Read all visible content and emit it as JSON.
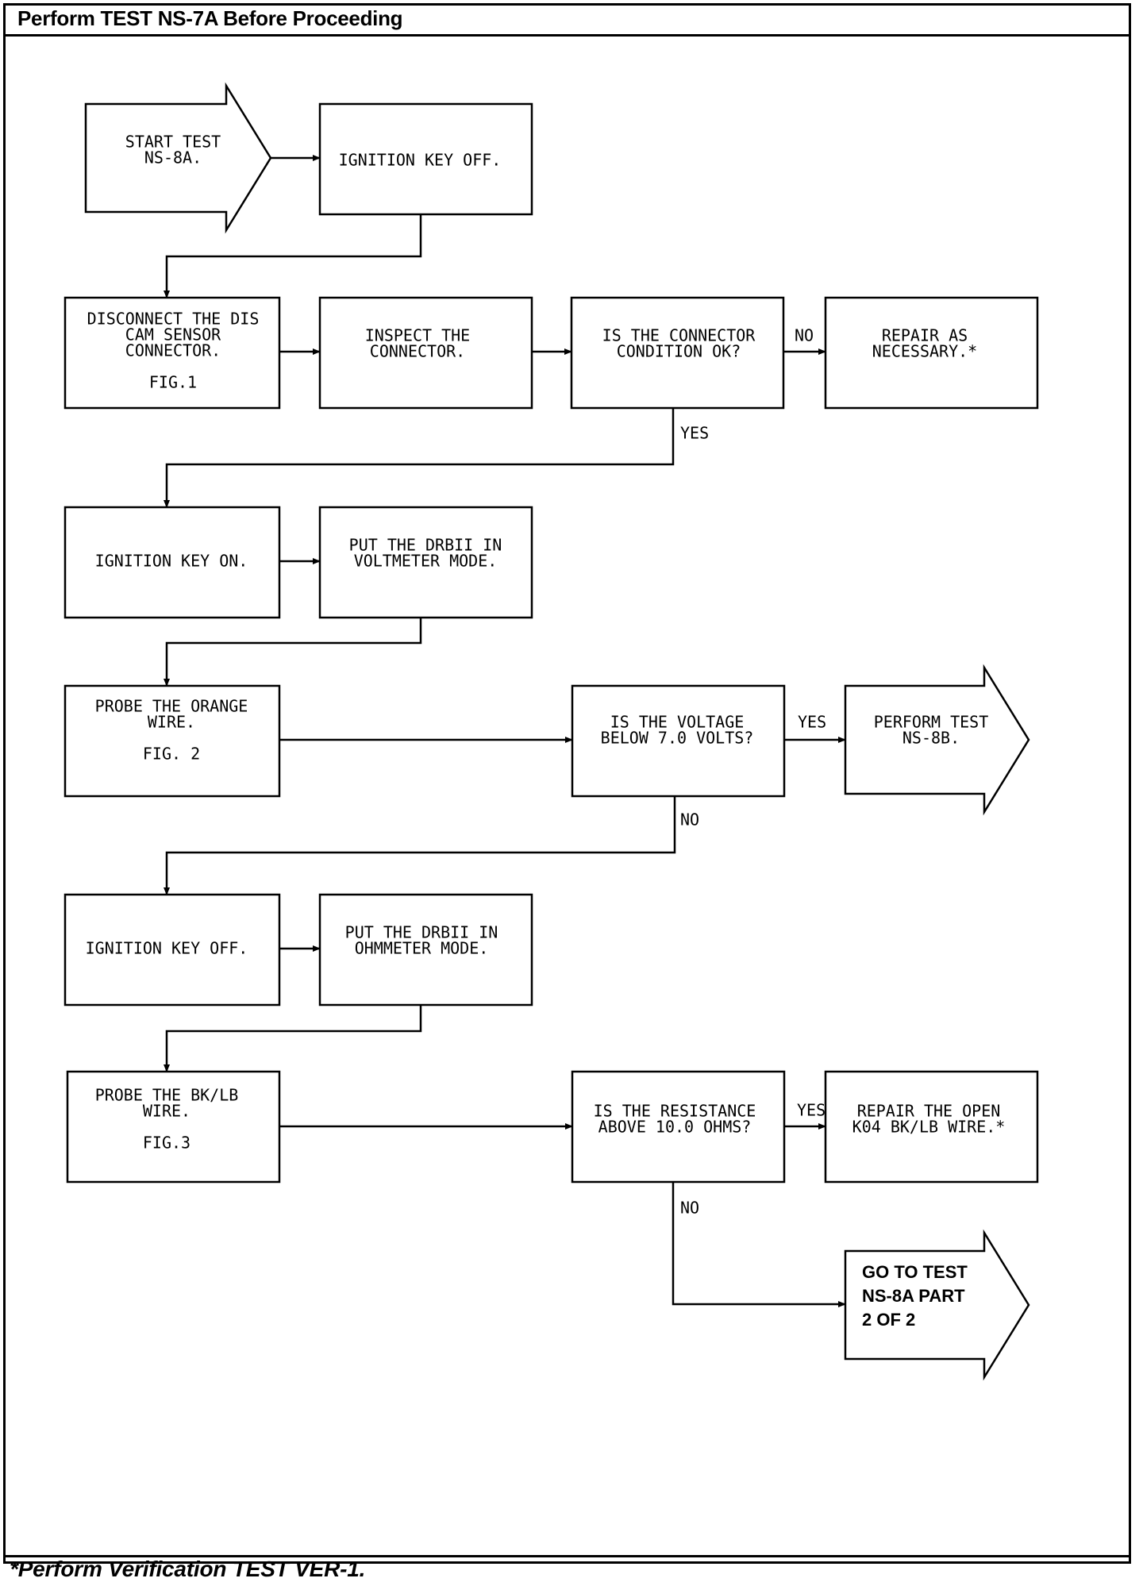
{
  "header": {
    "title": "Perform TEST NS-7A Before Proceeding"
  },
  "footer": {
    "note": "*Perform Verification TEST VER-1."
  },
  "nodes": [
    {
      "id": "start",
      "shape": "arrow",
      "lines": [
        "START TEST",
        "NS-8A."
      ]
    },
    {
      "id": "key_off_1",
      "shape": "box",
      "lines": [
        "IGNITION KEY OFF."
      ]
    },
    {
      "id": "disconnect",
      "shape": "box",
      "lines": [
        "DISCONNECT THE DIS",
        "CAM SENSOR",
        "CONNECTOR.",
        "",
        "FIG.1"
      ]
    },
    {
      "id": "inspect",
      "shape": "box",
      "lines": [
        "INSPECT THE",
        "CONNECTOR."
      ]
    },
    {
      "id": "conn_ok",
      "shape": "box",
      "lines": [
        "IS THE CONNECTOR",
        "CONDITION OK?"
      ]
    },
    {
      "id": "repair_1",
      "shape": "box",
      "lines": [
        "REPAIR AS",
        "NECESSARY.*"
      ]
    },
    {
      "id": "key_on",
      "shape": "box",
      "lines": [
        "IGNITION KEY ON."
      ]
    },
    {
      "id": "voltmeter",
      "shape": "box",
      "lines": [
        "PUT THE DRBII IN",
        "VOLTMETER MODE."
      ]
    },
    {
      "id": "probe_orange",
      "shape": "box",
      "lines": [
        "PROBE THE ORANGE",
        "WIRE.",
        "",
        "FIG. 2"
      ]
    },
    {
      "id": "voltage_q",
      "shape": "box",
      "lines": [
        "IS THE VOLTAGE",
        "BELOW 7.0 VOLTS?"
      ]
    },
    {
      "id": "ns8b",
      "shape": "arrow",
      "lines": [
        "PERFORM TEST",
        "NS-8B."
      ]
    },
    {
      "id": "key_off_2",
      "shape": "box",
      "lines": [
        "IGNITION KEY OFF."
      ]
    },
    {
      "id": "ohmmeter",
      "shape": "box",
      "lines": [
        "PUT THE DRBII IN",
        "OHMMETER MODE."
      ]
    },
    {
      "id": "probe_bklb",
      "shape": "box",
      "lines": [
        "PROBE THE BK/LB",
        "WIRE.",
        "",
        "FIG.3"
      ]
    },
    {
      "id": "resistance_q",
      "shape": "box",
      "lines": [
        "IS THE RESISTANCE",
        "ABOVE 10.0 OHMS?"
      ]
    },
    {
      "id": "repair_2",
      "shape": "box",
      "lines": [
        "REPAIR THE OPEN",
        "K04 BK/LB WIRE.*"
      ]
    },
    {
      "id": "goto",
      "shape": "arrow",
      "lines": [
        "GO TO TEST",
        "NS-8A PART",
        "2 OF 2"
      ]
    }
  ],
  "edges": [
    {
      "from": "start",
      "to": "key_off_1",
      "label": ""
    },
    {
      "from": "key_off_1",
      "to": "disconnect",
      "label": ""
    },
    {
      "from": "disconnect",
      "to": "inspect",
      "label": ""
    },
    {
      "from": "inspect",
      "to": "conn_ok",
      "label": ""
    },
    {
      "from": "conn_ok",
      "to": "repair_1",
      "label": "NO"
    },
    {
      "from": "conn_ok",
      "to": "key_on",
      "label": "YES"
    },
    {
      "from": "key_on",
      "to": "voltmeter",
      "label": ""
    },
    {
      "from": "voltmeter",
      "to": "probe_orange",
      "label": ""
    },
    {
      "from": "probe_orange",
      "to": "voltage_q",
      "label": ""
    },
    {
      "from": "voltage_q",
      "to": "ns8b",
      "label": "YES"
    },
    {
      "from": "voltage_q",
      "to": "key_off_2",
      "label": "NO"
    },
    {
      "from": "key_off_2",
      "to": "ohmmeter",
      "label": ""
    },
    {
      "from": "ohmmeter",
      "to": "probe_bklb",
      "label": ""
    },
    {
      "from": "probe_bklb",
      "to": "resistance_q",
      "label": ""
    },
    {
      "from": "resistance_q",
      "to": "repair_2",
      "label": "YES"
    },
    {
      "from": "resistance_q",
      "to": "goto",
      "label": "NO"
    }
  ]
}
